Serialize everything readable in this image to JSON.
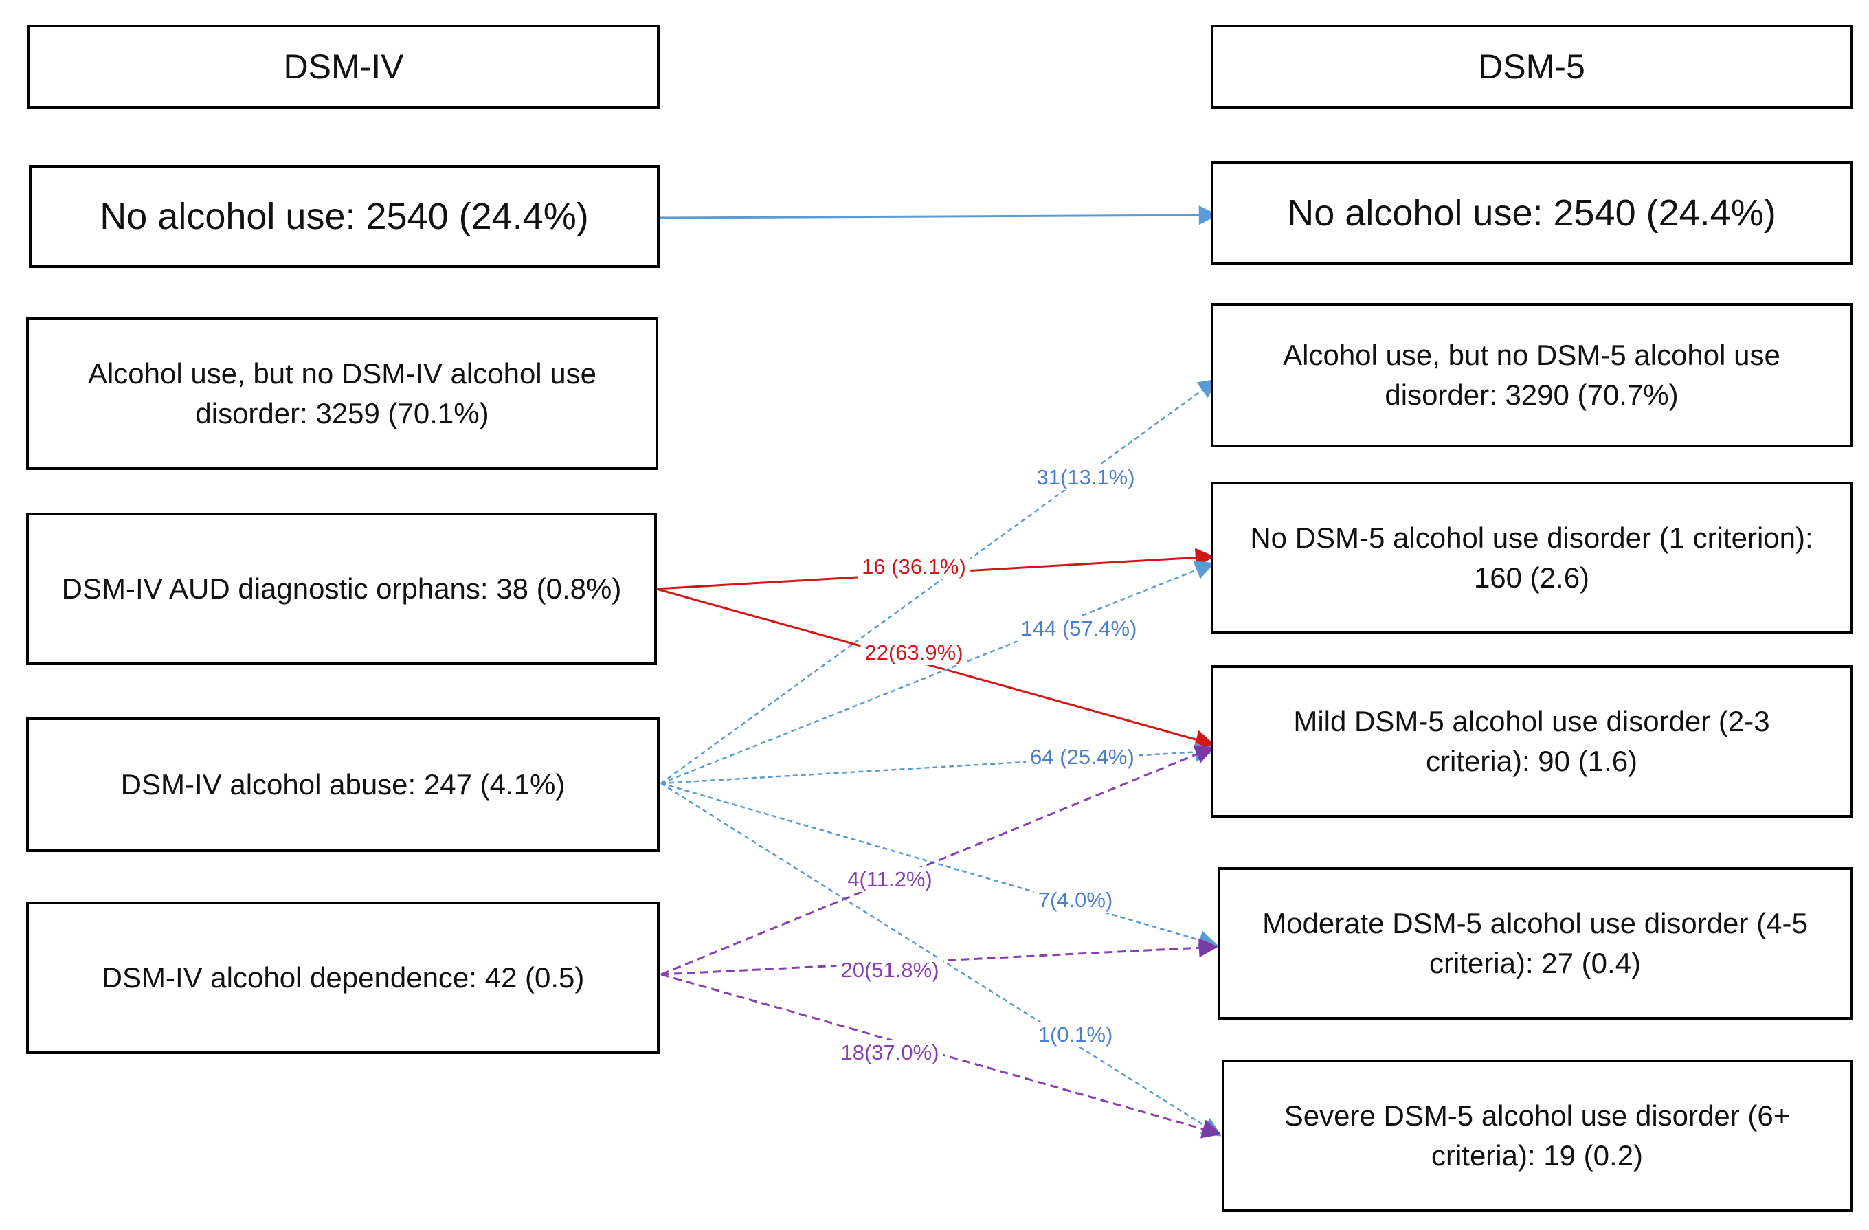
{
  "left": {
    "header": "DSM-IV",
    "no_use": "No alcohol use: 2540 (24.4%)",
    "use_no_disorder": "Alcohol use, but no DSM-IV alcohol use disorder: 3259 (70.1%)",
    "orphans": "DSM-IV AUD diagnostic orphans: 38 (0.8%)",
    "abuse": "DSM-IV alcohol abuse: 247 (4.1%)",
    "dependence": "DSM-IV alcohol dependence: 42 (0.5)"
  },
  "right": {
    "header": "DSM-5",
    "no_use": "No alcohol use: 2540 (24.4%)",
    "use_no_disorder": "Alcohol use, but no DSM-5 alcohol use disorder: 3290 (70.7%)",
    "one_criterion": "No DSM-5 alcohol use disorder (1 criterion): 160 (2.6)",
    "mild": "Mild DSM-5 alcohol use disorder (2-3 criteria): 90 (1.6)",
    "moderate": "Moderate DSM-5 alcohol use disorder (4-5 criteria): 27 (0.4)",
    "severe": "Severe DSM-5 alcohol use disorder (6+ criteria): 19 (0.2)"
  },
  "flows": {
    "abuse_to_no_disorder": "31(13.1%)",
    "orphans_to_one_criterion": "16 (36.1%)",
    "abuse_to_one_criterion": "144 (57.4%)",
    "orphans_to_mild": "22(63.9%)",
    "abuse_to_mild": "64 (25.4%)",
    "dependence_to_mild": "4(11.2%)",
    "abuse_to_moderate": "7(4.0%)",
    "dependence_to_moderate": "20(51.8%)",
    "abuse_to_severe": "1(0.1%)",
    "dependence_to_severe": "18(37.0%)"
  },
  "colors": {
    "abuse_flow": "#5b9bd5",
    "orphans_flow": "#d01818",
    "dependence_flow": "#8a3fb0"
  }
}
